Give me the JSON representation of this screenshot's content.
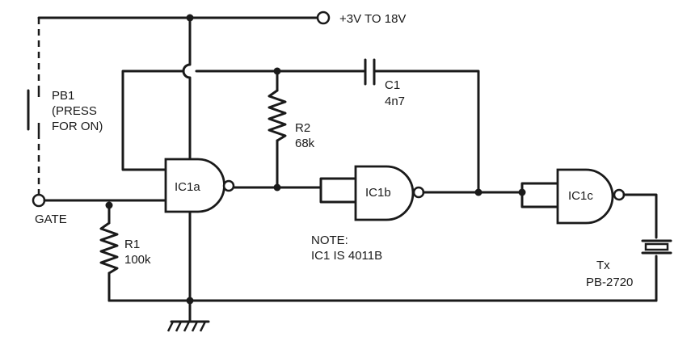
{
  "supply": {
    "label": "+3V TO 18V"
  },
  "switch": {
    "ref": "PB1",
    "note_line1": "(PRESS",
    "note_line2": "FOR ON)"
  },
  "input": {
    "label": "GATE"
  },
  "resistors": {
    "r1": {
      "ref": "R1",
      "value": "100k"
    },
    "r2": {
      "ref": "R2",
      "value": "68k"
    }
  },
  "capacitor": {
    "ref": "C1",
    "value": "4n7"
  },
  "gates": {
    "a": "IC1a",
    "b": "IC1b",
    "c": "IC1c"
  },
  "note": {
    "line1": "NOTE:",
    "line2": "IC1 IS 4011B"
  },
  "transducer": {
    "ref": "Tx",
    "part": "PB-2720"
  }
}
